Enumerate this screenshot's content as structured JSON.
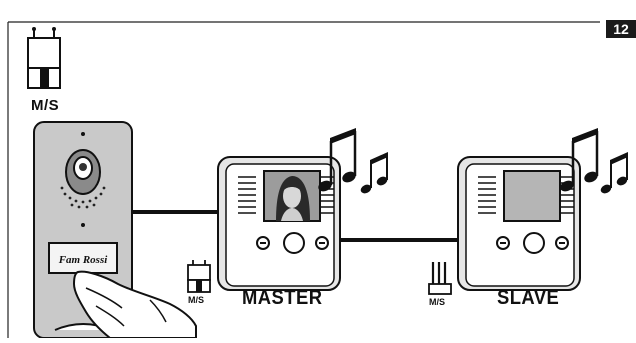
{
  "figure_number": "12",
  "labels": {
    "module_top": "M/S",
    "module_master": "M/S",
    "module_slave": "M/S",
    "master": "MASTER",
    "slave": "SLAVE"
  },
  "nameplate": "Fam Rossi",
  "icons": {
    "music": "music-notes-icon",
    "jumper": "jumper-module-icon",
    "hand": "hand-press-icon"
  }
}
